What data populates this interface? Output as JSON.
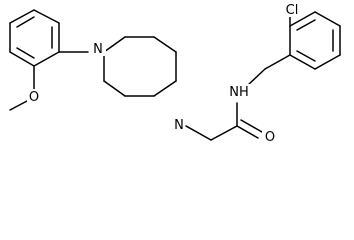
{
  "molecule": {
    "atoms": {
      "chloro": "Cl",
      "amide_nh": "NH",
      "amide_o": "O",
      "piperazine_n_top": "N",
      "piperazine_n_bottom": "N",
      "ether_o": "O"
    },
    "colors": {
      "bond": "#000000",
      "text": "#000000",
      "background": "#ffffff"
    }
  }
}
